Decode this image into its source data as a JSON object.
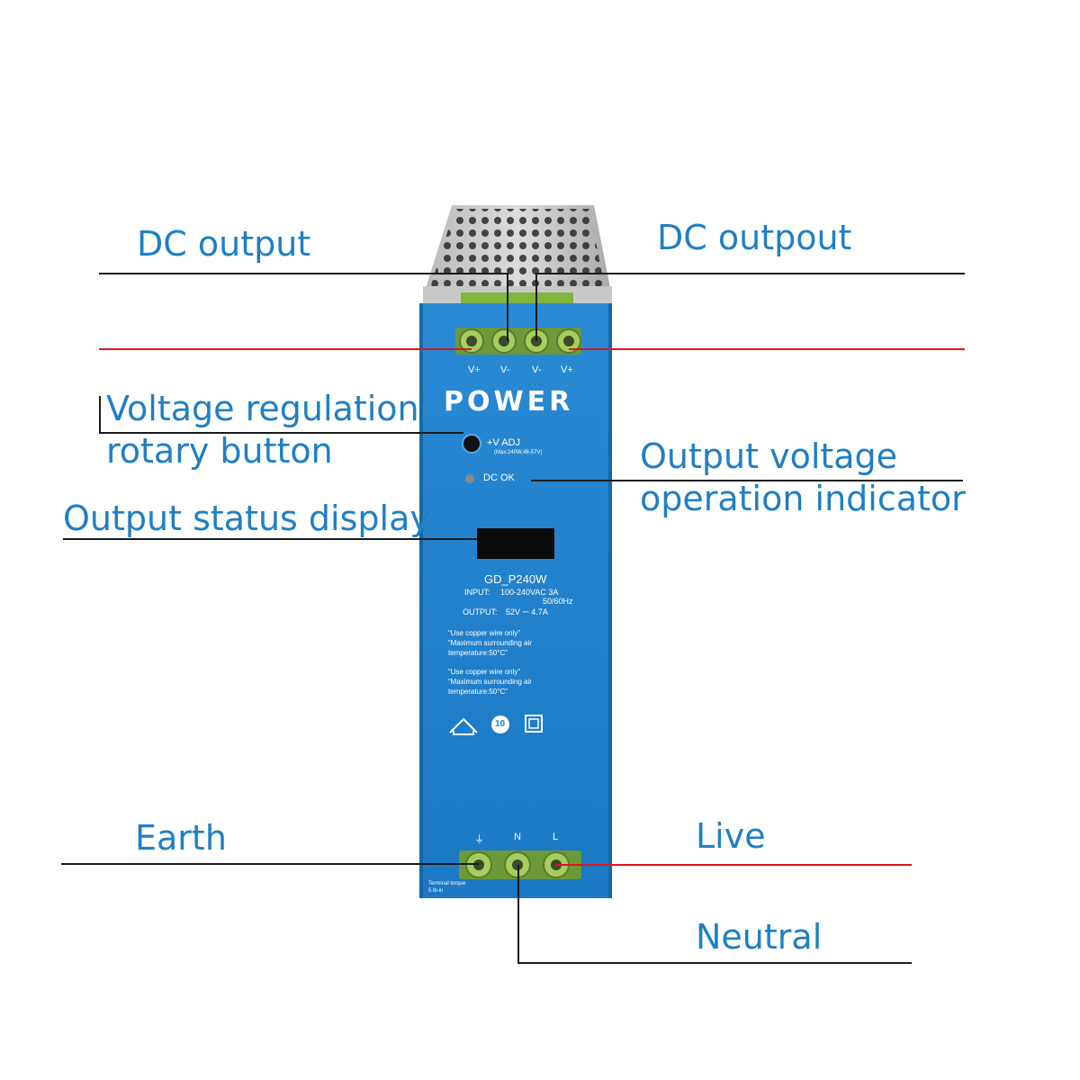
{
  "labels": {
    "dc_output_left": "DC output",
    "dc_output_right": "DC outpout",
    "voltage_reg_line1": "Voltage regulation",
    "voltage_reg_line2": "rotary button",
    "output_voltage_line1": "Output voltage",
    "output_voltage_line2": "operation indicator",
    "output_status": "Output status display",
    "earth": "Earth",
    "live": "Live",
    "neutral": "Neutral"
  },
  "device": {
    "output_terminals": [
      "V+",
      "V-",
      "V-",
      "V+"
    ],
    "brand": "POWER",
    "adj_label": "+V ADJ",
    "adj_note": "(Max:240W,48-57V)",
    "dc_ok": "DC OK",
    "model": "GD_P240W",
    "input_label": "INPUT:",
    "input_value": "100-240VAC 3A",
    "input_freq": "50/60Hz",
    "output_label": "OUTPUT:",
    "output_value": "52V ⎓ 4.7A",
    "notice1_line1": "“Use copper wire only”",
    "notice1_line2": "“Maximum surrounding air",
    "notice1_line3": "temperature:50°C”",
    "notice2_line1": "“Use copper wire only”",
    "notice2_line2": "“Maximum surrounding air",
    "notice2_line3": "temperature:50°C”",
    "cert_badge": "10",
    "input_terminals": [
      "⏚",
      "N",
      "L"
    ],
    "torque_line1": "Terminal torque",
    "torque_line2": "5 lb-in"
  },
  "colors": {
    "label_blue": "#1f7fc4",
    "device_blue": "#1e83d0",
    "terminal_green": "#8fbf4a",
    "line_red": "#e0161a",
    "line_black": "#1a1a1a"
  }
}
